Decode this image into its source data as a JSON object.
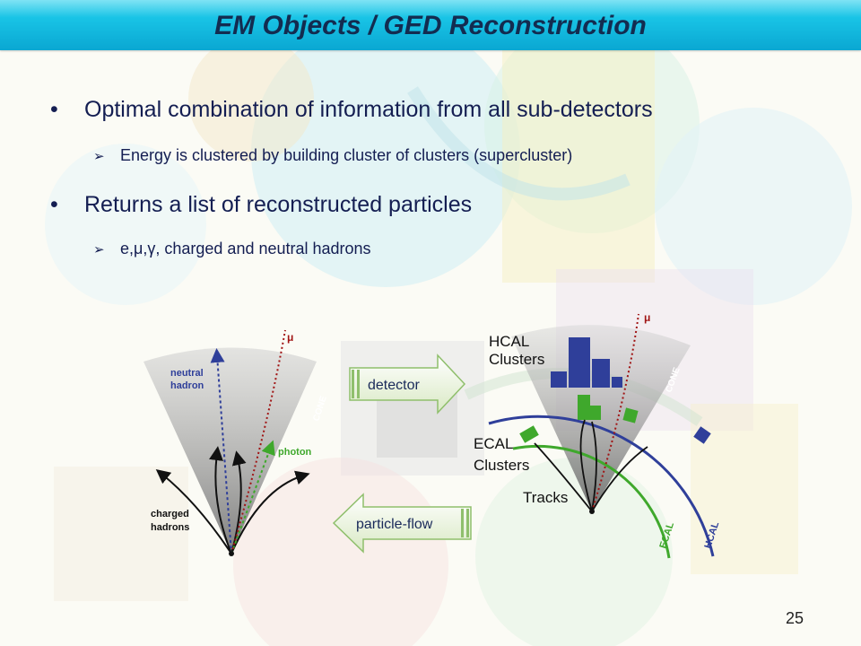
{
  "slide": {
    "title": "EM Objects / GED Reconstruction",
    "page_number": "25",
    "bullets": [
      {
        "text": "Optimal combination of information from all sub-detectors",
        "sub": "Energy is clustered by building cluster of clusters (supercluster)"
      },
      {
        "text": "Returns a list of reconstructed particles",
        "sub": "e,μ,γ, charged and neutral hadrons"
      }
    ]
  },
  "diagram": {
    "left": {
      "neutral_hadron_line1": "neutral",
      "neutral_hadron_line2": "hadron",
      "mu": "μ",
      "cone": "CONE",
      "photon": "photon",
      "charged_hadrons_line1": "charged",
      "charged_hadrons_line2": "hadrons"
    },
    "arrows": {
      "detector": "detector",
      "particle_flow": "particle-flow"
    },
    "right": {
      "mu": "μ",
      "hcal_clusters_line1": "HCAL",
      "hcal_clusters_line2": "Clusters",
      "ecal_clusters_line1": "ECAL",
      "ecal_clusters_line2": "Clusters",
      "tracks": "Tracks",
      "cone": "CONE",
      "ecal": "ECAL",
      "hcal": "HCAL"
    }
  },
  "colors": {
    "title_gradient_top": "#7fe3f4",
    "title_gradient_bottom": "#0aa7d2",
    "title_text": "#132c50",
    "body_text": "#141e52",
    "ecal_green": "#3fa82c",
    "hcal_blue": "#2f3f9a",
    "mu_red": "#a01414"
  }
}
